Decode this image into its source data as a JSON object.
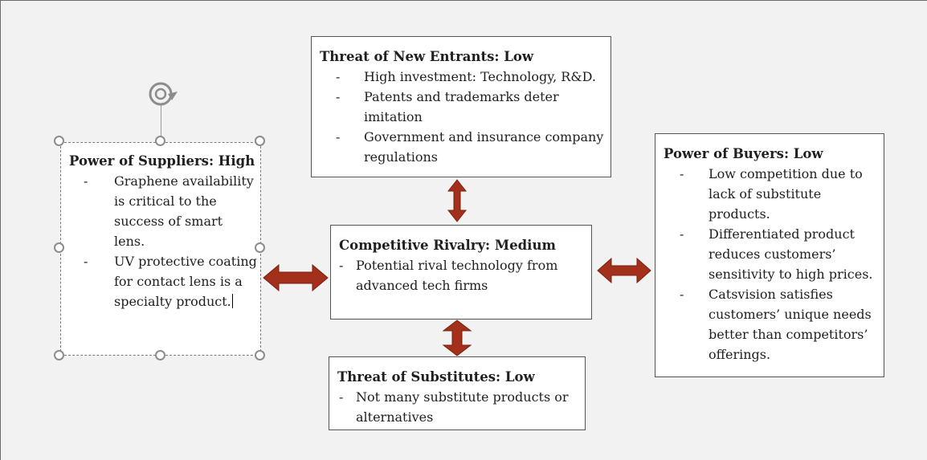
{
  "new_entrants": {
    "title": "Threat of New Entrants: Low",
    "items": [
      "High investment: Technology, R&D.",
      "Patents and trademarks deter imitation",
      "Government and insurance company regulations"
    ]
  },
  "rivalry": {
    "title": "Competitive Rivalry: Medium",
    "items": [
      "Potential rival technology from advanced tech firms"
    ]
  },
  "substitutes": {
    "title": "Threat of Substitutes: Low",
    "items": [
      "Not many substitute products or alternatives"
    ]
  },
  "buyers": {
    "title": "Power of Buyers: Low",
    "items": [
      "Low competition due to lack of substitute products.",
      "Differentiated product reduces customers’ sensitivity to high prices.",
      "Catsvision satisfies customers’ unique needs better than competitors’ offerings."
    ]
  },
  "suppliers": {
    "title": "Power of Suppliers: High",
    "items": [
      "Graphene availability is critical to the success of smart lens.",
      "UV protective coating for contact lens is a specialty product."
    ]
  },
  "colors": {
    "arrow_fill": "#a3301a",
    "arrow_stroke": "#7a1e0e",
    "handle_border": "#8c8c8c",
    "canvas_bg": "#f2f2f2"
  },
  "icons": {
    "rotate": "rotate-icon"
  }
}
